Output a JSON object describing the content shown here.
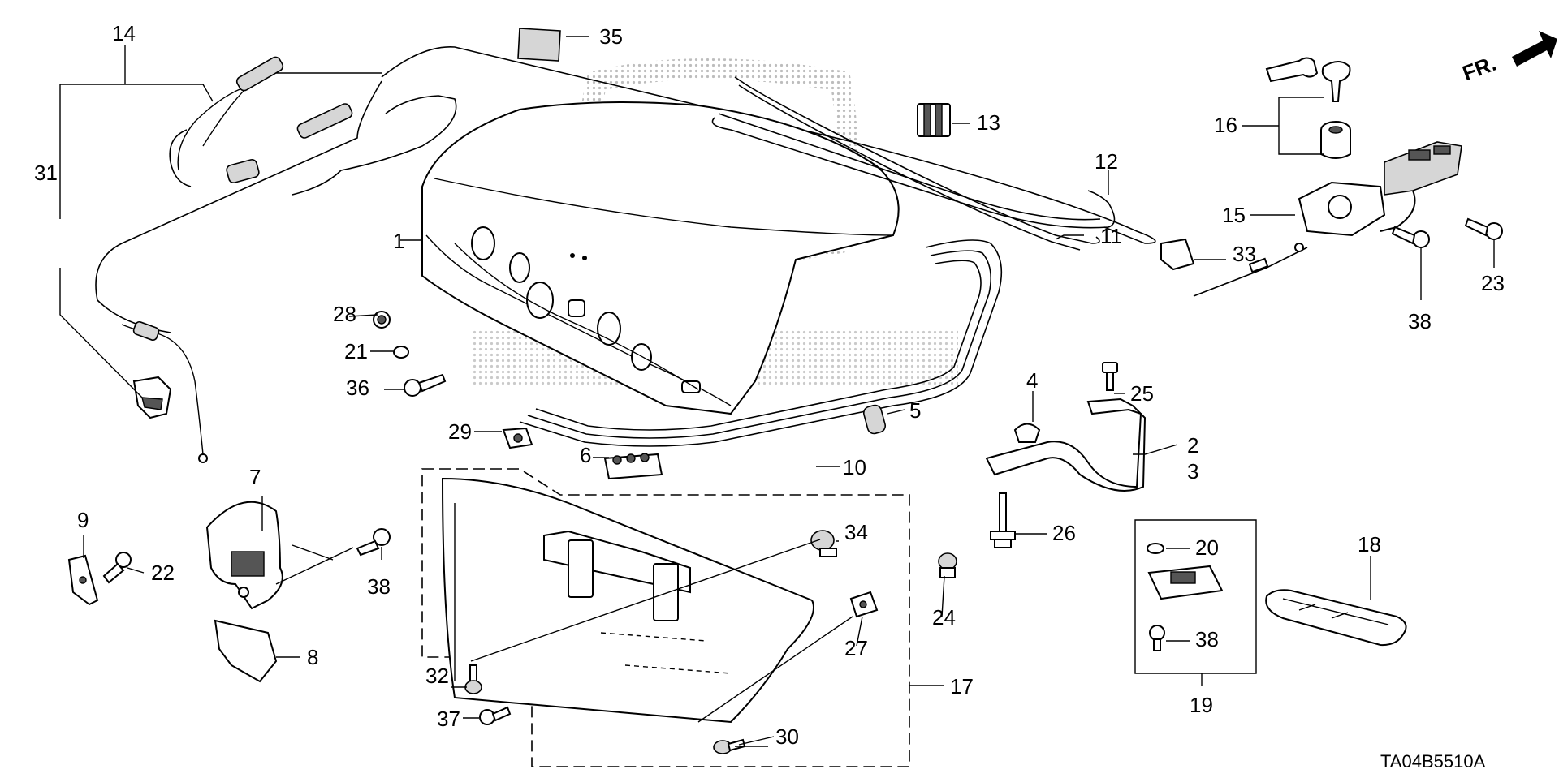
{
  "diagram": {
    "direction_label": "FR.",
    "code": "TA04B5510A",
    "callouts": {
      "c1": "1",
      "c2": "2",
      "c3": "3",
      "c4": "4",
      "c5": "5",
      "c6": "6",
      "c7": "7",
      "c8": "8",
      "c9": "9",
      "c10": "10",
      "c11": "11",
      "c12": "12",
      "c13": "13",
      "c14": "14",
      "c15": "15",
      "c16": "16",
      "c17": "17",
      "c18": "18",
      "c19": "19",
      "c20": "20",
      "c21": "21",
      "c22": "22",
      "c23": "23",
      "c24": "24",
      "c25": "25",
      "c26": "26",
      "c27": "27",
      "c28": "28",
      "c29": "29",
      "c30": "30",
      "c31": "31",
      "c32": "32",
      "c33": "33",
      "c34": "34",
      "c35": "35",
      "c36": "36",
      "c37": "37",
      "c38a": "38",
      "c38b": "38",
      "c38c": "38"
    },
    "colors": {
      "line": "#000000",
      "background": "#ffffff",
      "watermark": "#c8c8c8"
    }
  }
}
